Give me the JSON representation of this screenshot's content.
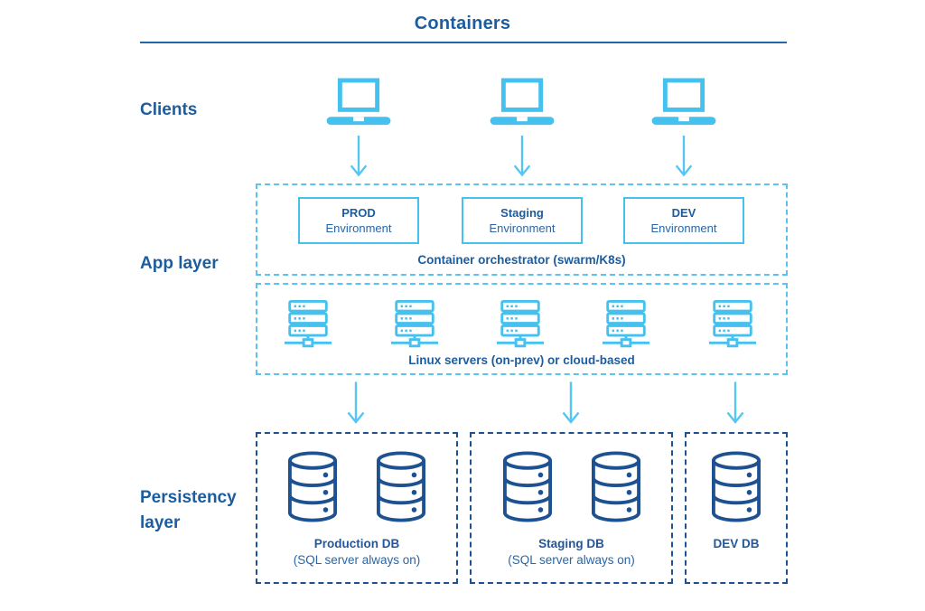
{
  "title": "Containers",
  "colors": {
    "navy_text": "#1c5c9f",
    "light_blue": "#45c1ef",
    "dark_navy_stroke": "#1e5191",
    "arrow_blue": "#55c6f2"
  },
  "icons": {
    "laptop": "laptop-icon",
    "server": "server-rack-icon",
    "database": "database-cylinder-icon",
    "arrow": "arrow-down-icon"
  },
  "layers": {
    "clients": {
      "label": "Clients",
      "laptop_count": 3
    },
    "app": {
      "label": "App layer",
      "orchestrator": {
        "environments": [
          {
            "name": "PROD",
            "sub": "Environment"
          },
          {
            "name": "Staging",
            "sub": "Environment"
          },
          {
            "name": "DEV",
            "sub": "Environment"
          }
        ],
        "caption": "Container orchestrator (swarm/K8s)"
      },
      "servers": {
        "count": 5,
        "caption": "Linux servers (on-prev) or cloud-based"
      }
    },
    "persistency": {
      "label": "Persistency layer",
      "databases": [
        {
          "name": "Production DB",
          "sub": "(SQL server always on)",
          "db_count": 2
        },
        {
          "name": "Staging DB",
          "sub": "(SQL server always on)",
          "db_count": 2
        },
        {
          "name": "DEV DB",
          "sub": "",
          "db_count": 1
        }
      ]
    }
  }
}
